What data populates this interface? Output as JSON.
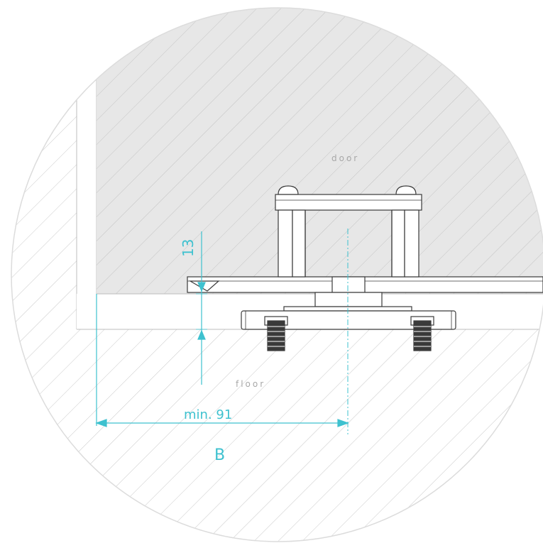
{
  "labels": {
    "door": "door",
    "floor": "floor",
    "gap_dimension": "13",
    "min_distance": "min. 91",
    "reference_letter": "B"
  },
  "colors": {
    "dimension": "#3ec1cf",
    "outline": "#3a3a3a",
    "door_fill": "#e7e7e7",
    "floor_fill": "#ffffff",
    "hatch_door": "#c4c4c4",
    "hatch_floor": "#c9c9c9",
    "label_gray": "#a8a8a8",
    "circle_border": "#dcdcdc"
  }
}
